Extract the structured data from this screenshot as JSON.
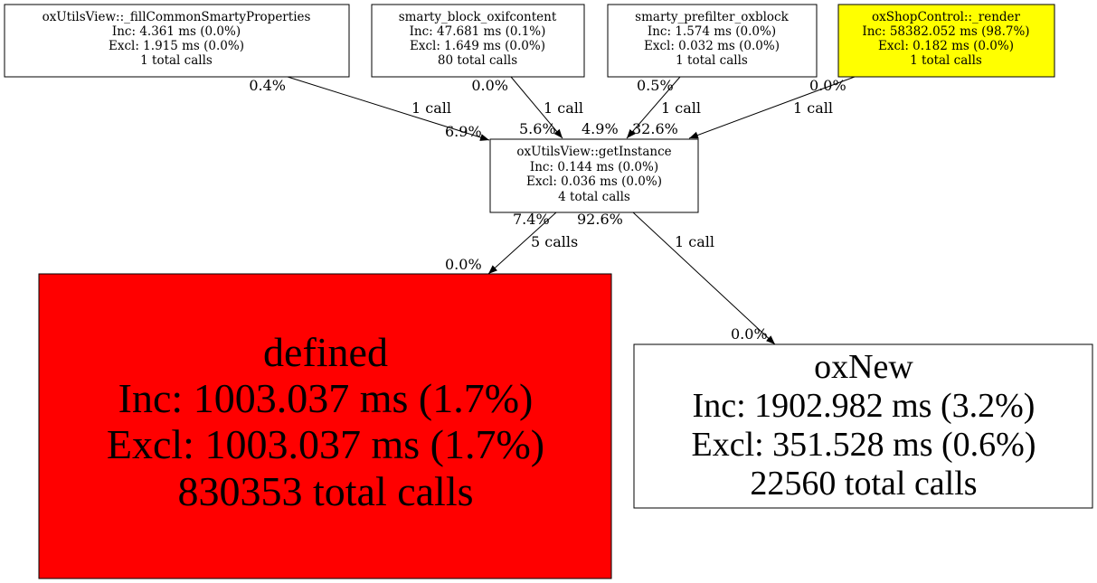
{
  "colors": {
    "hot": "#ff0000",
    "warm": "#ffff00",
    "normal": "#ffffff"
  },
  "nodes": {
    "fill": {
      "name": "oxUtilsView::_fillCommonSmartyProperties",
      "inc": "Inc: 4.361 ms (0.0%)",
      "excl": "Excl: 1.915 ms (0.0%)",
      "calls": "1 total calls"
    },
    "oxif": {
      "name": "smarty_block_oxifcontent",
      "inc": "Inc: 47.681 ms (0.1%)",
      "excl": "Excl: 1.649 ms (0.0%)",
      "calls": "80 total calls"
    },
    "prefilter": {
      "name": "smarty_prefilter_oxblock",
      "inc": "Inc: 1.574 ms (0.0%)",
      "excl": "Excl: 0.032 ms (0.0%)",
      "calls": "1 total calls"
    },
    "render": {
      "name": "oxShopControl::_render",
      "inc": "Inc: 58382.052 ms (98.7%)",
      "excl": "Excl: 0.182 ms (0.0%)",
      "calls": "1 total calls"
    },
    "getInstance": {
      "name": "oxUtilsView::getInstance",
      "inc": "Inc: 0.144 ms (0.0%)",
      "excl": "Excl: 0.036 ms (0.0%)",
      "calls": "4 total calls"
    },
    "defined": {
      "name": "defined",
      "inc": "Inc: 1003.037 ms (1.7%)",
      "excl": "Excl: 1003.037 ms (1.7%)",
      "calls": "830353 total calls"
    },
    "oxNew": {
      "name": "oxNew",
      "inc": "Inc: 1902.982 ms (3.2%)",
      "excl": "Excl: 351.528 ms (0.6%)",
      "calls": "22560 total calls"
    }
  },
  "edges": {
    "fill_gi": {
      "tail": "0.4%",
      "label": "1 call",
      "head": "6.9%"
    },
    "oxif_gi": {
      "tail": "0.0%",
      "label": "1 call",
      "head": "5.6%"
    },
    "pre_gi": {
      "tail": "0.5%",
      "label": "1 call",
      "head": "4.9%"
    },
    "render_gi": {
      "tail": "0.0%",
      "label": "1 call",
      "head": "32.6%"
    },
    "gi_defined": {
      "tail": "7.4%",
      "label": "5 calls",
      "head": "0.0%"
    },
    "gi_oxnew": {
      "tail": "92.6%",
      "label": "1 call",
      "head": "0.0%"
    }
  }
}
